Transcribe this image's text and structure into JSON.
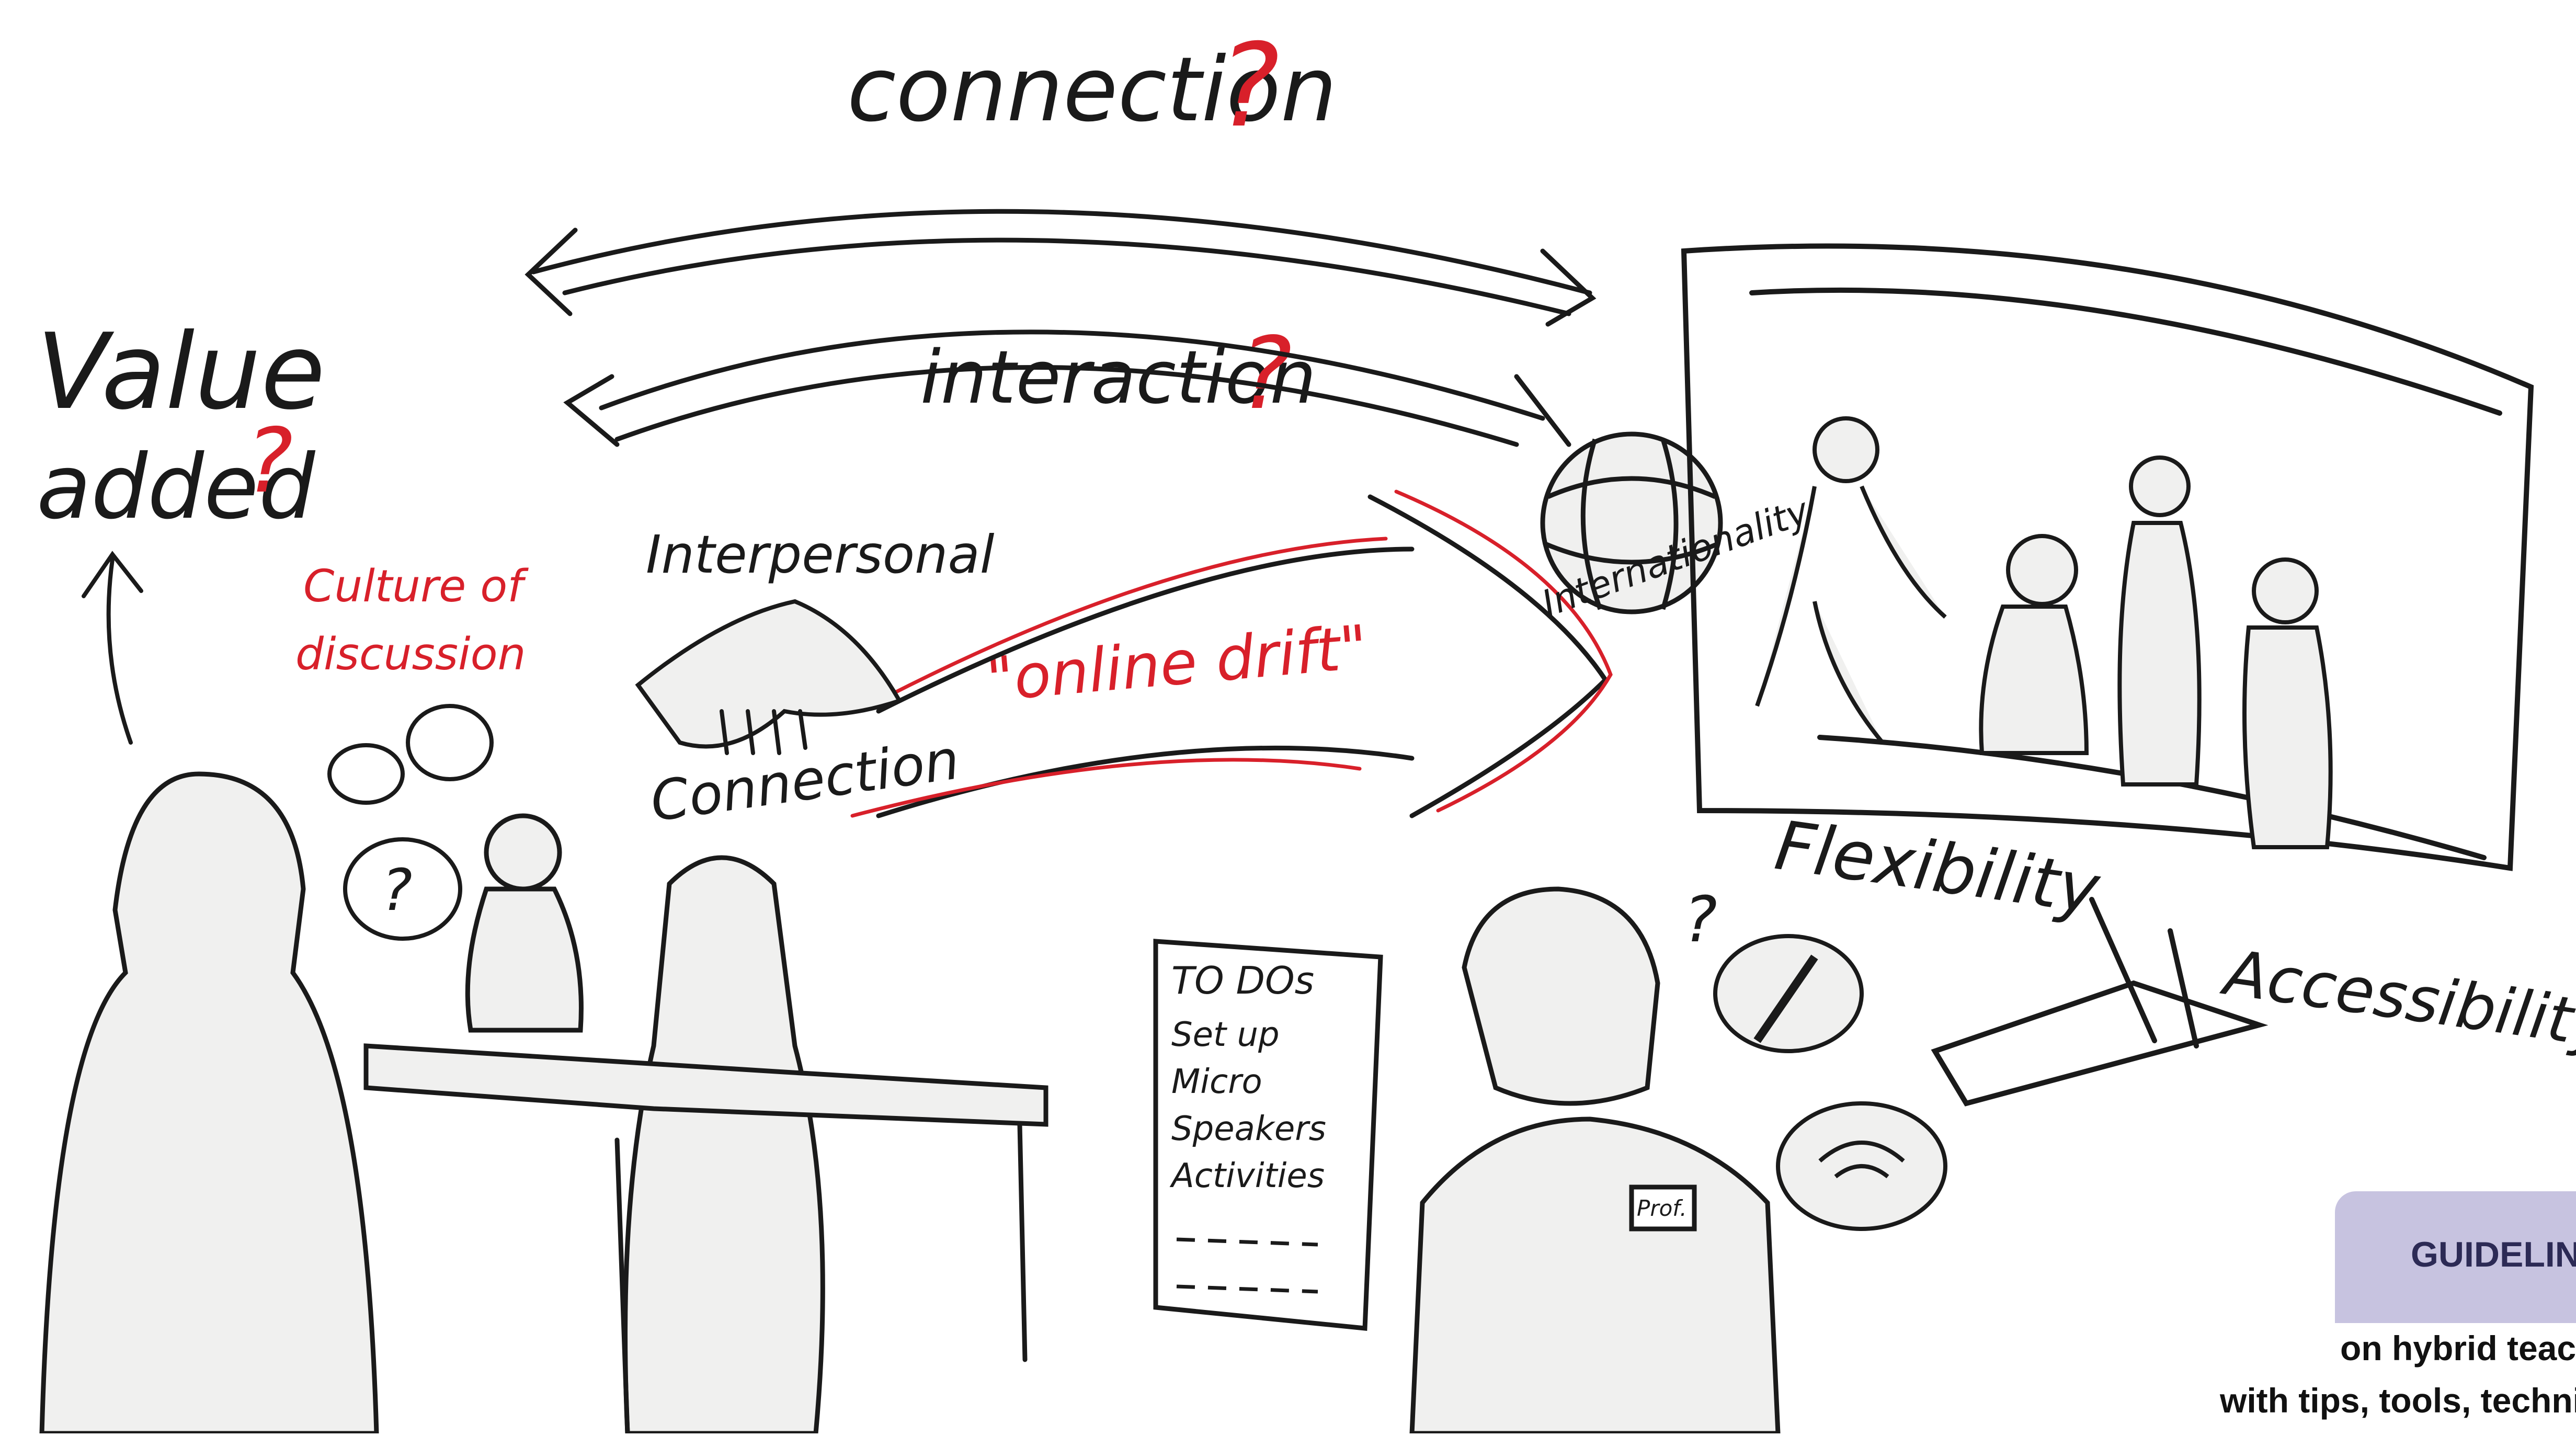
{
  "labels": {
    "connection_top": "connection",
    "interaction": "interaction",
    "value_added_1": "Value",
    "value_added_2": "added",
    "culture_1": "Culture of",
    "culture_2": "discussion",
    "interpersonal": "Interpersonal",
    "connection_mid": "Connection",
    "online_drift": "\"online drift\"",
    "internationality": "Internationality",
    "flexibility": "Flexibility",
    "accessibility": "Accessibility",
    "question_mark": "?",
    "name_tag": "Prof."
  },
  "todo": {
    "title": "TO DOs",
    "items": [
      "Set up",
      "Micro",
      "Speakers",
      "Activities"
    ]
  },
  "banner": {
    "title": "GUIDELINES",
    "line1": "on hybrid teaching",
    "line2": "with tips, tools, techniques"
  },
  "colors": {
    "ink": "#1a1a1a",
    "accent_red": "#d8202a",
    "banner_bg": "#c7c3e0",
    "banner_text": "#2c2a55",
    "figure_fill": "#f0f0ef"
  }
}
